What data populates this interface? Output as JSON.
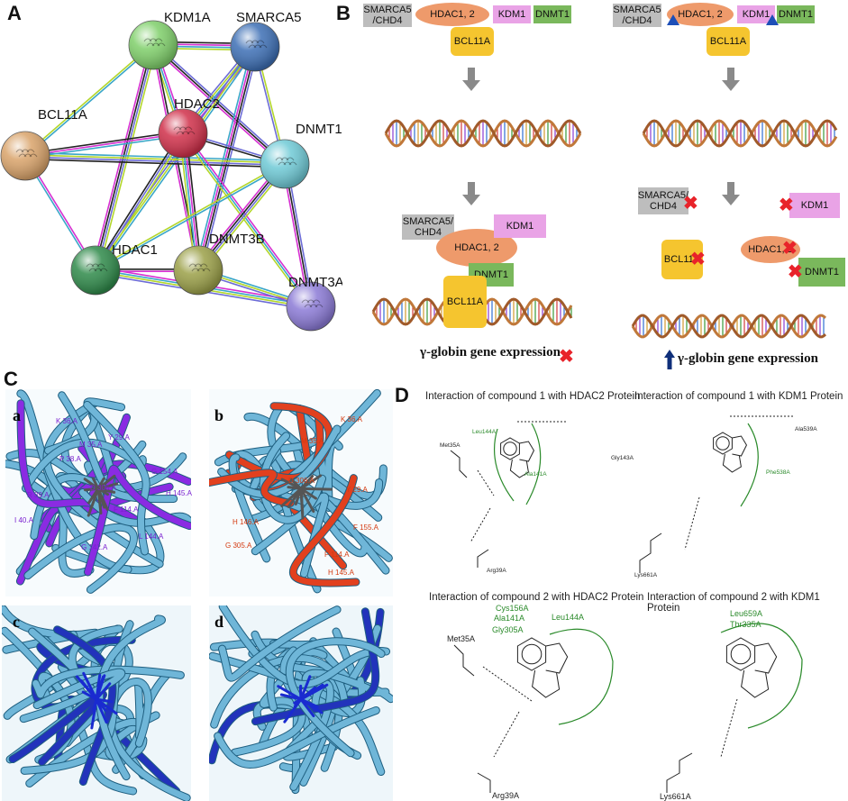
{
  "panel_letters": {
    "a": "A",
    "b": "B",
    "c": "C",
    "d": "D"
  },
  "network": {
    "nodes": [
      {
        "id": "kdm1a",
        "label": "KDM1A",
        "color": "#7fcf6a"
      },
      {
        "id": "smarca5",
        "label": "SMARCA5",
        "color": "#3d6fb5"
      },
      {
        "id": "bcl11a",
        "label": "BCL11A",
        "color": "#d9a36a"
      },
      {
        "id": "hdac2",
        "label": "HDAC2",
        "color": "#d0304a"
      },
      {
        "id": "dnmt1",
        "label": "DNMT1",
        "color": "#6fcad6"
      },
      {
        "id": "hdac1",
        "label": "HDAC1",
        "color": "#2f8a4a"
      },
      {
        "id": "dnmt3b",
        "label": "DNMT3B",
        "color": "#9ba048"
      },
      {
        "id": "dnmt3a",
        "label": "DNMT3A",
        "color": "#8b7ad6"
      }
    ],
    "edge_colors": [
      "#222222",
      "#d62fd1",
      "#3aa6c8",
      "#b3d62a",
      "#6c6cd6"
    ]
  },
  "panelB": {
    "smarca": "SMARCA5\n/CHD4",
    "smarca_b": "SMARCA5/\nCHD4",
    "hdac": "HDAC1, 2",
    "kdm1": "KDM1",
    "dnmt1": "DNMT1",
    "bcl11a": "BCL11A",
    "caption_left": "γ-globin gene expression",
    "caption_right": "γ-globin gene expression"
  },
  "panelC": {
    "sub": [
      "a",
      "b",
      "c",
      "d"
    ],
    "a_labels": [
      "K 36.A",
      "Y 29.A",
      "M 35.A",
      "P 38.A",
      "R 39.A",
      "G 154.A",
      "H 145.A",
      "F 114.A",
      "L 144.A",
      "G 142.A",
      "D 306.A",
      "I 40.A"
    ],
    "b_labels": [
      "K 36.A",
      "M 35.A",
      "Y 29.A",
      "F 155.A",
      "F 114.A",
      "H 145.A",
      "D 306.A",
      "G 305.A",
      "H 146.A"
    ]
  },
  "panelD": {
    "titles": [
      "Interaction of compound 1 with HDAC2 Protein",
      "Interaction of compound 1 with KDM1 Protein",
      "Interaction of compound 2 with HDAC2 Protein",
      "Interaction of compound 2 with KDM1 Protein"
    ],
    "m1": {
      "res1": "Leu144A",
      "res2": "Ala141A",
      "res3": "Met35A",
      "res4": "Gly143A",
      "res5": "Arg39A"
    },
    "m2": {
      "res1": "Phe538A",
      "res2": "Ala539A",
      "res3": "Lys661A"
    },
    "m3": {
      "res1": "Cys156A",
      "res2": "Ala141A",
      "res3": "Leu144A",
      "res4": "Gly305A",
      "res5": "Met35A",
      "res6": "Arg39A"
    },
    "m4": {
      "res1": "Leu659A",
      "res2": "Thr335A",
      "res3": "Lys661A"
    }
  }
}
